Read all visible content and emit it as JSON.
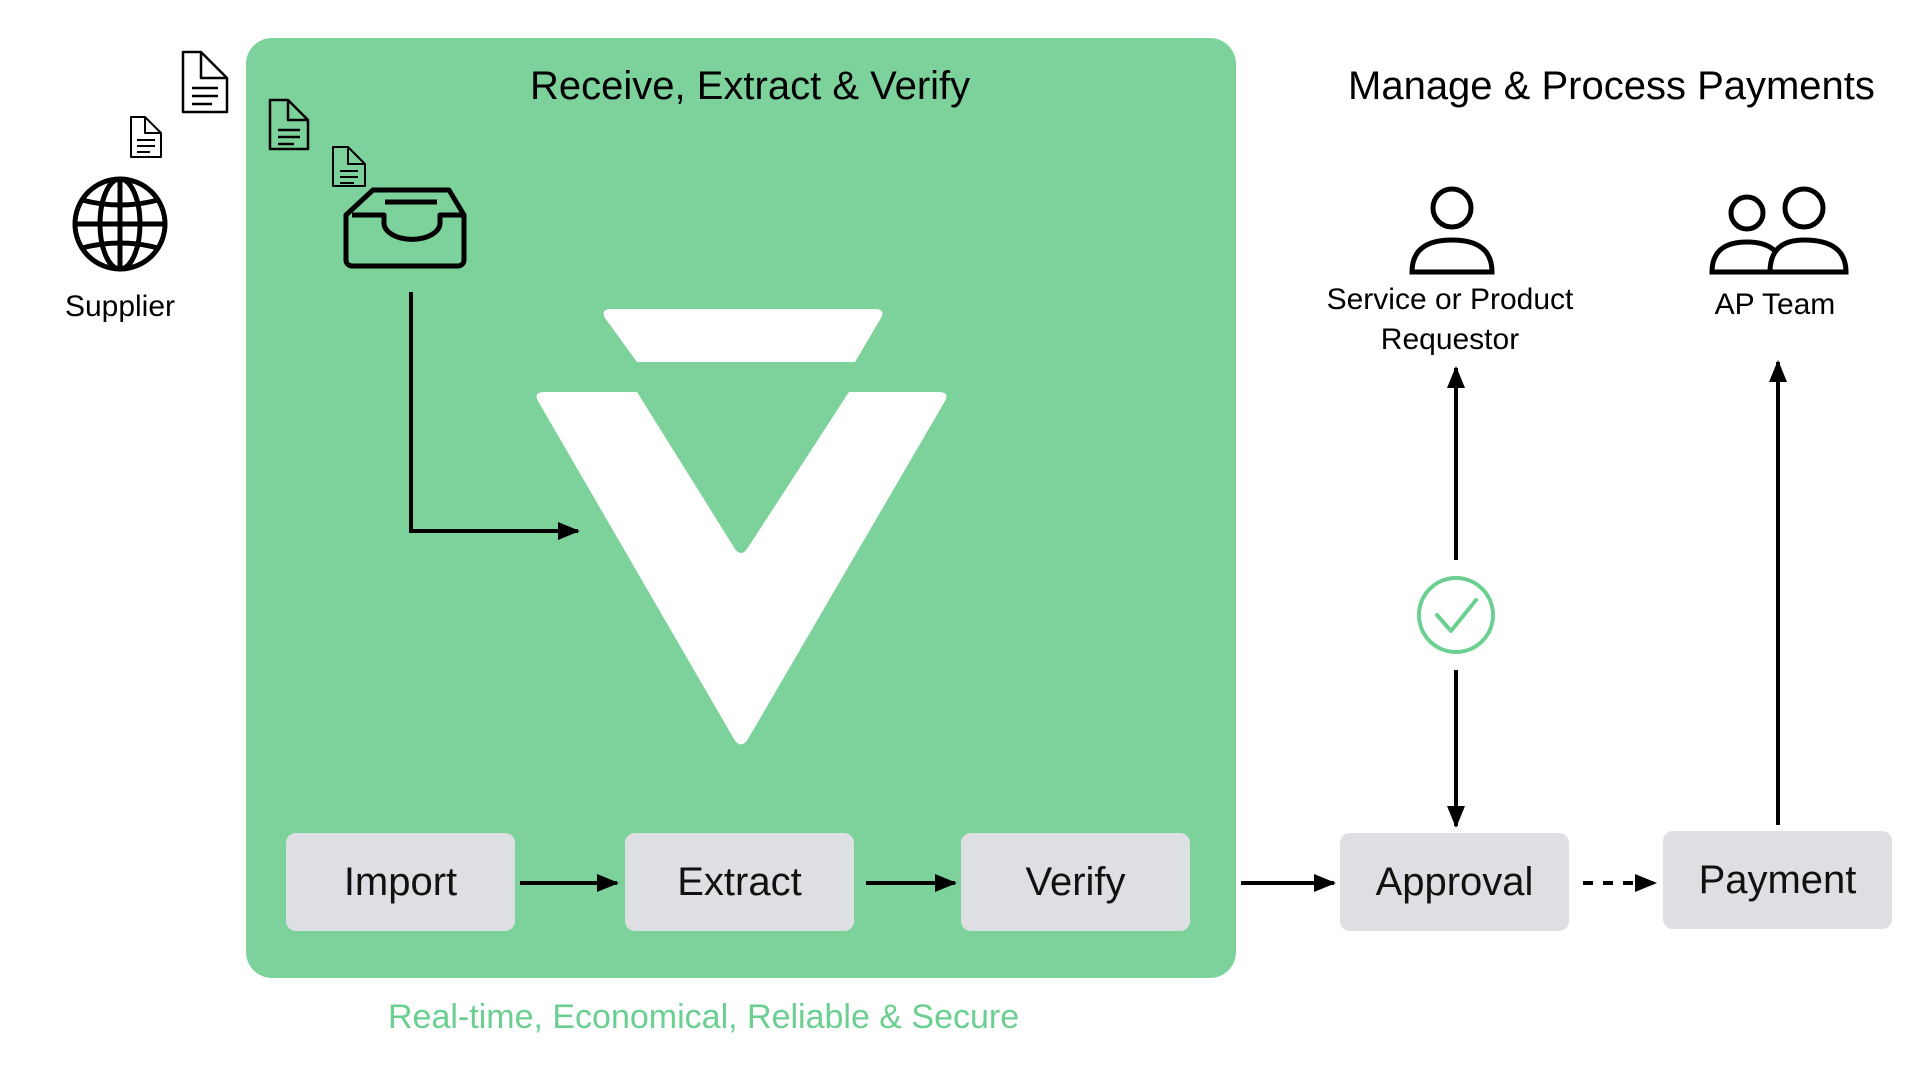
{
  "panel": {
    "title": "Receive, Extract & Verify",
    "steps": [
      "Import",
      "Extract",
      "Verify"
    ]
  },
  "right": {
    "title": "Manage & Process Payments",
    "requestor_label": [
      "Service or Product",
      "Requestor"
    ],
    "ap_team_label": "AP Team",
    "steps": [
      "Approval",
      "Payment"
    ]
  },
  "supplier_label": "Supplier",
  "tagline": "Real-time, Economical, Reliable & Secure",
  "colors": {
    "panel_green": "#7dd29c",
    "box_gray": "#dedfe2",
    "check_green": "#6ccf92",
    "tagline_green": "#6ccf92"
  },
  "icons": [
    "document-icon",
    "globe-icon",
    "inbox-tray-icon",
    "logo-v-icon",
    "person-icon",
    "people-icon",
    "check-circle-icon"
  ]
}
